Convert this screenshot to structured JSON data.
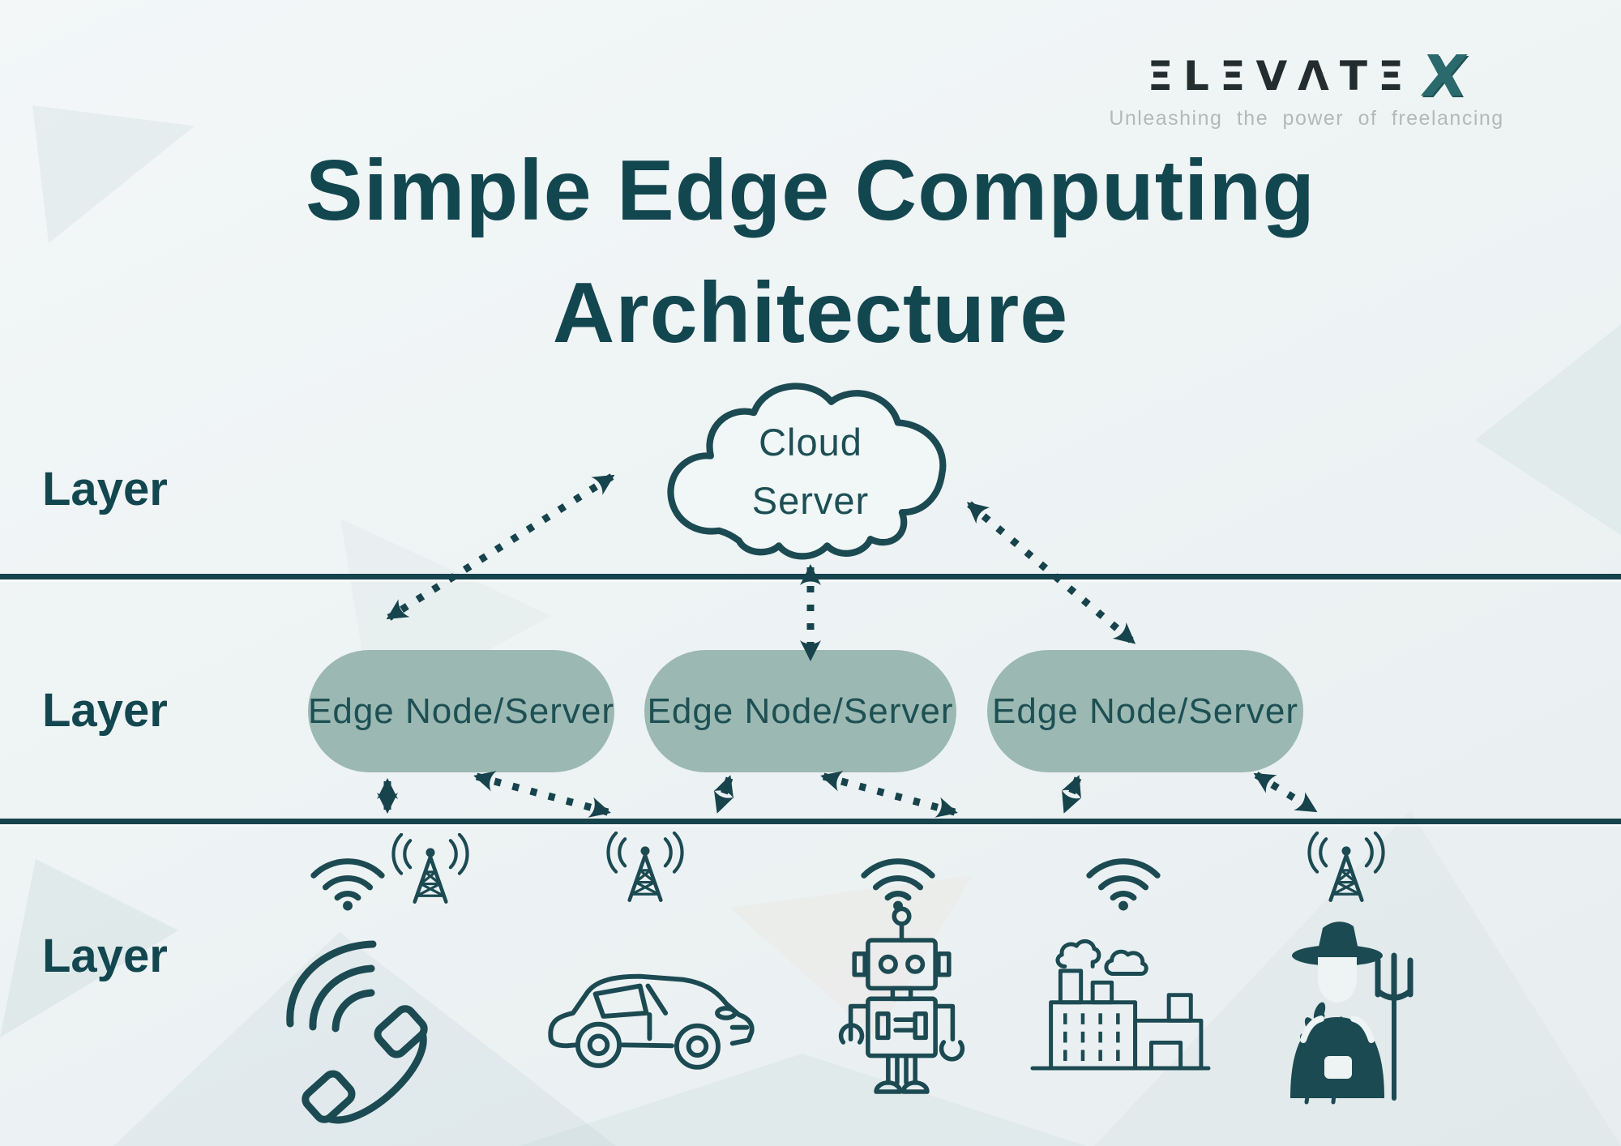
{
  "header": {
    "brand_word": "ΞLΞVΛTΞ",
    "brand_x": "X",
    "tagline": "Unleashing the power of freelancing"
  },
  "title": {
    "line1": "Simple Edge Computing",
    "line2": "Architecture"
  },
  "layer_labels": [
    "Layer",
    "Layer",
    "Layer"
  ],
  "cloud": {
    "line1": "Cloud",
    "line2": "Server"
  },
  "edge_nodes": [
    {
      "label": "Edge Node/Server"
    },
    {
      "label": "Edge Node/Server"
    },
    {
      "label": "Edge Node/Server"
    }
  ],
  "icons": {
    "connectivity": [
      "wifi-icon",
      "cell-tower-icon",
      "cell-tower-icon",
      "wifi-icon",
      "wifi-icon",
      "cell-tower-icon"
    ],
    "devices": [
      "phone-icon",
      "car-icon",
      "robot-icon",
      "factory-icon",
      "farmer-icon"
    ]
  },
  "colors": {
    "ink": "#17454f",
    "node_fill": "#9cb8b3",
    "background": "#edf2f3",
    "logo_x_teal": "#2a6a6c",
    "tagline_gray": "#b3b9b9"
  }
}
